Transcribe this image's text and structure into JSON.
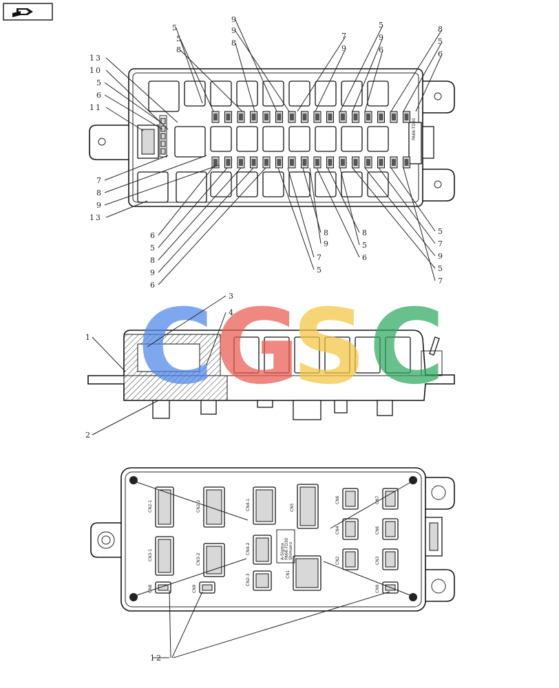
{
  "nav": {
    "icon": "book-arrow-icon"
  },
  "watermark": {
    "letters": [
      "C",
      "G",
      "S",
      "C"
    ],
    "colors": [
      "#4f86e8",
      "#ea5b50",
      "#f4c542",
      "#2fa861"
    ]
  },
  "top_view": {
    "labels_left": [
      "13",
      "10",
      "5",
      "6",
      "11",
      "7",
      "8",
      "9",
      "13"
    ],
    "labels_top": [
      "9",
      "5",
      "8",
      "9",
      "8",
      "5",
      "7",
      "9",
      "5",
      "9",
      "6",
      "8",
      "5",
      "6"
    ],
    "labels_bottom_left": [
      "6",
      "5",
      "8",
      "9",
      "6"
    ],
    "labels_bottom_mid": [
      "8",
      "9",
      "7",
      "5"
    ],
    "labels_bottom_mid2": [
      "8",
      "5",
      "6"
    ],
    "labels_bottom_right": [
      "5",
      "7",
      "9",
      "5",
      "7"
    ],
    "side_text": "PA66-TD30"
  },
  "side_view": {
    "labels": [
      "3",
      "4",
      "1",
      "2"
    ]
  },
  "bottom_view": {
    "connectors": [
      "CN2-1",
      "CN3-1",
      "CN2-2",
      "CN3-2",
      "CN4-1",
      "CN4-2",
      "CN5",
      "CN2-3",
      "CN1",
      "CN6",
      "CN7",
      "CN4",
      "CN6",
      "CN2",
      "CN3",
      "CN8",
      "CN9",
      "CN9"
    ],
    "center_text": [
      "PA66-TD30",
      "A-Sigma",
      "Shimano"
    ],
    "callout": "12"
  }
}
